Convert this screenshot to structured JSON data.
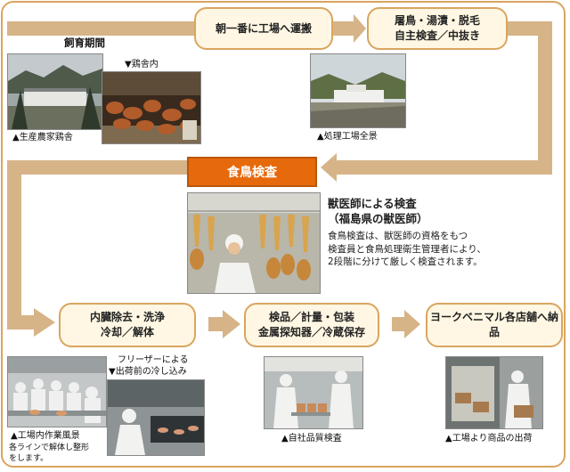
{
  "steps": {
    "morning_transport": "朝一番に工場へ運搬",
    "slaughter_line1": "屠鳥・湯漬・脱毛",
    "slaughter_line2": "自主検査／中抜き",
    "poultry_inspection": "食鳥検査",
    "evisceration_line1": "内臓除去・洗浄",
    "evisceration_line2": "冷却／解体",
    "packing_line1": "検品／計量・包装",
    "packing_line2": "金属探知器／冷蔵保存",
    "delivery": "ヨークベニマル各店舗へ納品"
  },
  "labels": {
    "rearing_period": "飼育期間",
    "henhouse_inside": "▼鶏舎内",
    "farm_henhouse": "▲生産農家鶏舎",
    "plant_overview": "▲処理工場全景",
    "factory_work": "▲工場内作業風景",
    "factory_work_note1": "各ラインで解体し整形",
    "factory_work_note2": "をします。",
    "freezer_line1": "フリーザーによる",
    "freezer_line2": "▼出荷前の冷し込み",
    "quality_check": "▲自社品質検査",
    "shipping": "▲工場より商品の出荷"
  },
  "vet": {
    "title_line1": "獣医師による検査",
    "title_line2": "（福島県の獣医師）",
    "desc_line1": "食鳥検査は、獣医師の資格をもつ",
    "desc_line2": "検査員と食鳥処理衛生管理者により、",
    "desc_line3": "2段階に分けて厳しく検査されます。"
  },
  "colors": {
    "pipe": "#d6b487",
    "border": "#d9a55f",
    "step_bg": "#fff7e3",
    "highlight": "#e66a0c"
  }
}
